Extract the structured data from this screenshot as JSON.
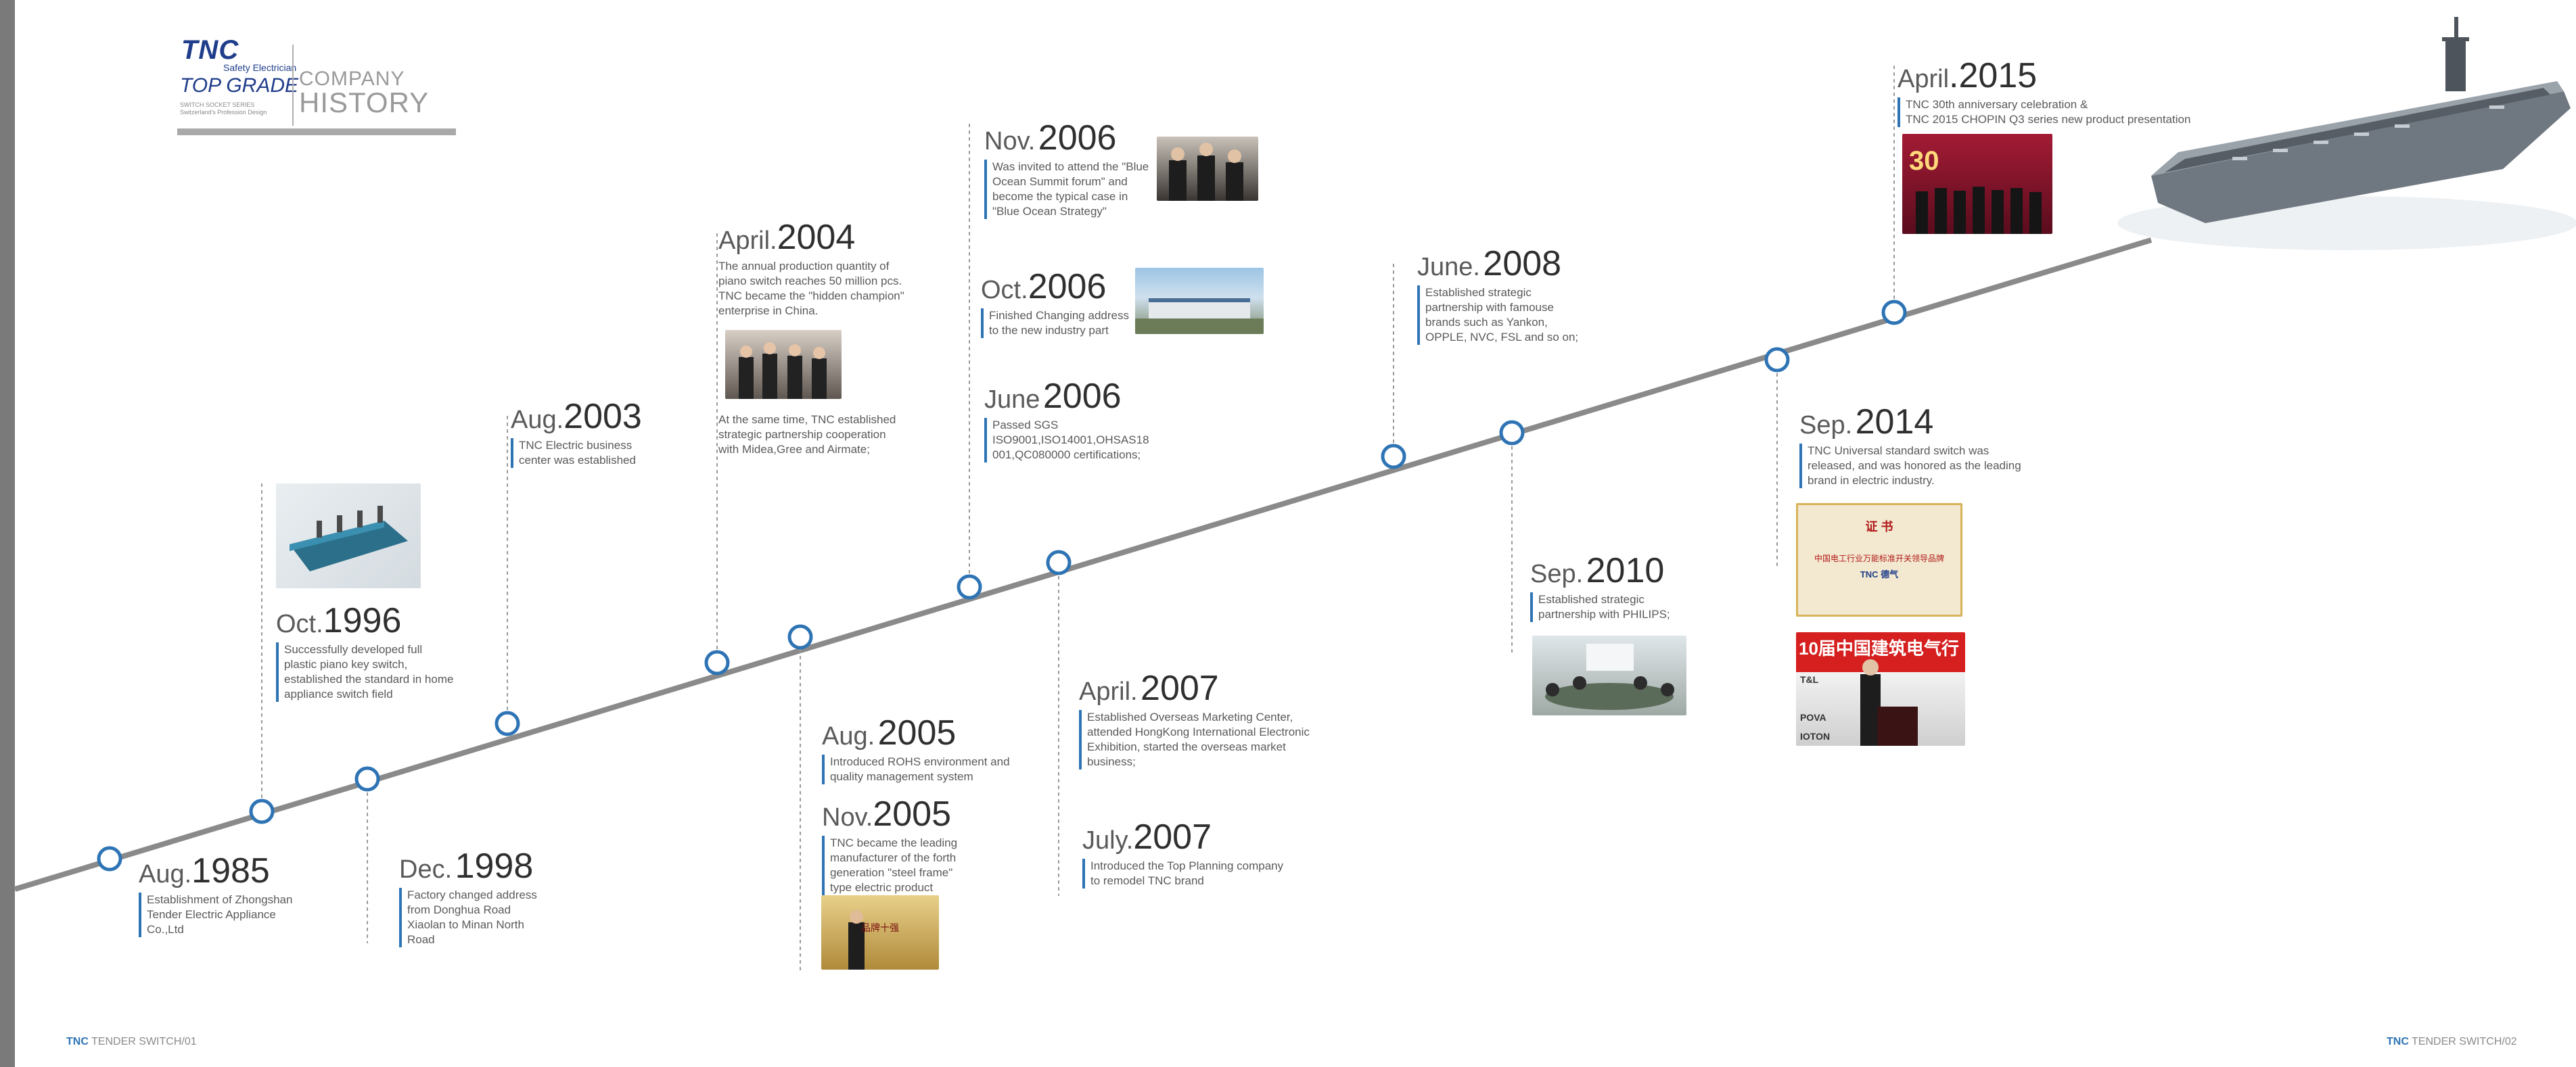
{
  "colors": {
    "line": "#8a8a8a",
    "node": "#2e74b5",
    "accent": "#2e74b5",
    "text": "#4a4a4a"
  },
  "logo": {
    "brand": "TNC",
    "brand_sub": "Safety Electrician",
    "grade": "TOP GRADE",
    "tiny": "SWITCH SOCKET SERIES Switzerland's Profession Design",
    "company": "COMPANY",
    "history": "HISTORY"
  },
  "events": [
    {
      "month": "Aug.",
      "year": "1985",
      "desc": "Establishment of Zhongshan\nTender Electric Appliance\n Co.,Ltd"
    },
    {
      "month": "Oct.",
      "year": "1996",
      "desc": "Successfully developed full\nplastic piano key switch,\n established the standard in home\n  appliance switch field"
    },
    {
      "month": "Dec.",
      "year": "1998",
      "desc": "Factory changed address\nfrom Donghua Road\nXiaolan to Minan North\n Road"
    },
    {
      "month": "Aug.",
      "year": "2003",
      "desc": "TNC Electric business\ncenter was established"
    },
    {
      "month": "April.",
      "year": "2004",
      "desc": "The annual production quantity of\npiano switch reaches 50 million pcs.\nTNC became the \"hidden champion\"\nenterprise in China.",
      "desc2": "At the same time, TNC established\nstrategic partnership cooperation\n with Midea,Gree and Airmate;"
    },
    {
      "month": "Aug.",
      "year": "2005",
      "desc": "Introduced ROHS environment and\n quality management system"
    },
    {
      "month": "Nov.",
      "year": "2005",
      "desc": "TNC became the leading\nmanufacturer of the forth\ngeneration \"steel frame\"\n type electric product"
    },
    {
      "month": "Nov.",
      "year": "2006",
      "desc": "Was invited to attend the \"Blue\nOcean Summit forum\" and\nbecome the typical case in\n \"Blue Ocean Strategy\""
    },
    {
      "month": "Oct.",
      "year": "2006",
      "desc": "Finished Changing address\nto the new industry part"
    },
    {
      "month": "June",
      "year": "2006",
      "desc": "Passed SGS\nISO9001,ISO14001,OHSAS18\n001,QC080000 certifications;"
    },
    {
      "month": "April.",
      "year": "2007",
      "desc": "Established Overseas Marketing Center,\nattended HongKong International Electronic\nExhibition, started the overseas market\n business;"
    },
    {
      "month": "July.",
      "year": "2007",
      "desc": "Introduced the Top Planning company\nto remodel TNC brand"
    },
    {
      "month": "June.",
      "year": "2008",
      "desc": "Established strategic\npartnership with famouse\n brands such as Yankon,\n  OPPLE, NVC, FSL and so on;"
    },
    {
      "month": "Sep.",
      "year": "2010",
      "desc": "Established strategic\npartnership with PHILIPS;"
    },
    {
      "month": "Sep.",
      "year": "2014",
      "desc": "TNC Universal standard switch was\nreleased, and was honored as the leading\n brand in electric industry."
    },
    {
      "month": "April",
      "year": ".2015",
      "desc": "TNC 30th anniversary celebration &\nTNC 2015 CHOPIN Q3 series new product presentation"
    }
  ],
  "images": {
    "certificate": {
      "header": "证  书",
      "body": "中国电工行业万能标准开关领导品牌",
      "brand": "TNC 德气"
    },
    "exhibition": {
      "banner": "10届中国建筑电气行",
      "sign1": "T&L",
      "sign2": "POVA",
      "sign3": "IOTON"
    },
    "anniversary": {
      "badge": "30"
    },
    "award": {
      "banner": "品牌十强"
    }
  },
  "footer": {
    "left_brand": "TNC",
    "left_text": "TENDER SWITCH/01",
    "right_brand": "TNC",
    "right_text": "TENDER SWITCH/02"
  }
}
